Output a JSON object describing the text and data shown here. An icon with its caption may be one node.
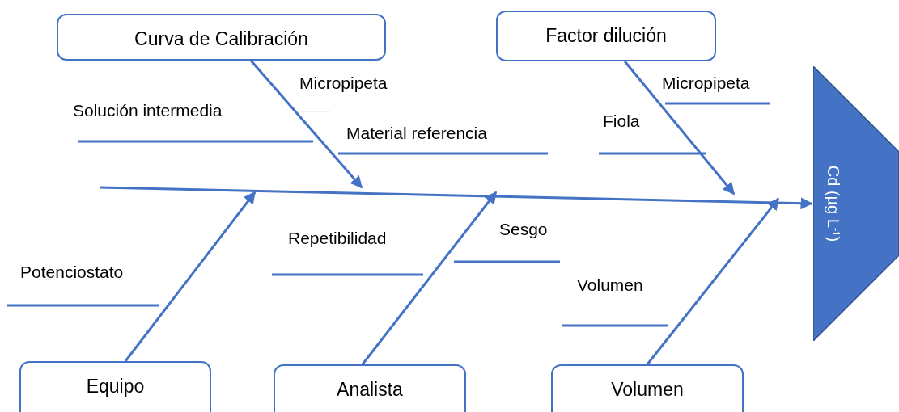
{
  "diagram": {
    "nodes": [
      {
        "text": [
          "Curva de Calibración"
        ]
      },
      {
        "text": [
          "Factor dilución"
        ]
      },
      {
        "text": [
          "Equipo"
        ]
      },
      {
        "text": [
          "Analista"
        ]
      },
      {
        "text": [
          "Volumen"
        ]
      },
      {
        "text": [
          "Cd (µg L$^{-1}$)"
        ]
      }
    ],
    "edges": [
      {
        "from": null,
        "to": 5,
        "arrow": "to"
      },
      {
        "from": 0,
        "to": null,
        "arrow": "to"
      },
      {
        "from": 1,
        "to": null,
        "arrow": "to"
      },
      {
        "from": 2,
        "to": null,
        "arrow": "to"
      },
      {
        "from": 3,
        "to": null,
        "arrow": "to"
      },
      {
        "from": 4,
        "to": null,
        "arrow": "to"
      }
    ],
    "labels": [
      "Micropipeta",
      "Solución intermedia",
      "Material referencia",
      "Micropipeta",
      "Fiola",
      "Potenciostato",
      "Repetibilidad",
      "Sesgo",
      "Volumen"
    ]
  }
}
